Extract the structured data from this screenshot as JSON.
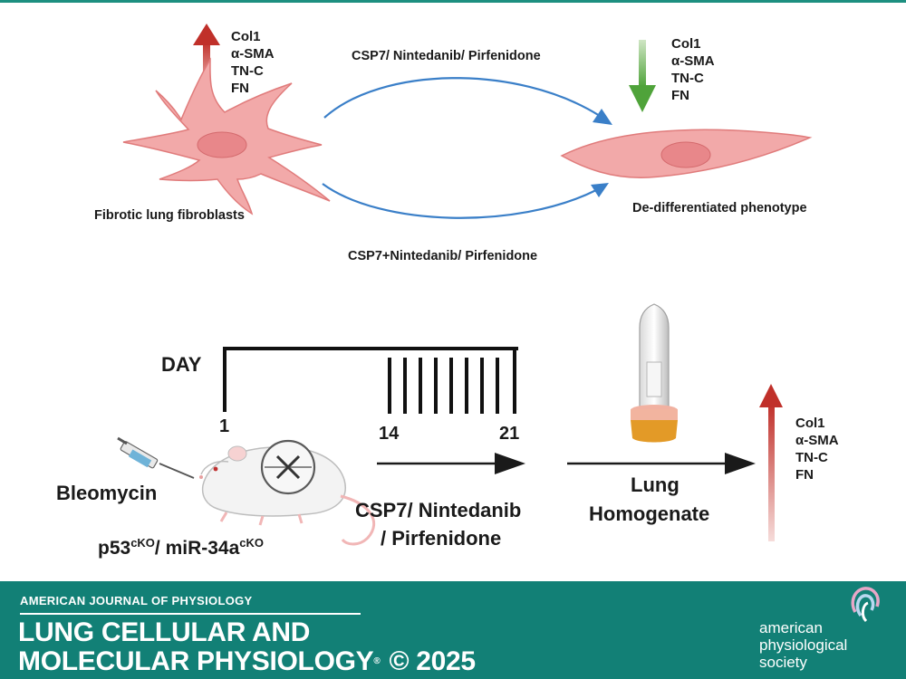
{
  "top_panel": {
    "markers_up": [
      "Col1",
      "α-SMA",
      "TN-C",
      "FN"
    ],
    "markers_down": [
      "Col1",
      "α-SMA",
      "TN-C",
      "FN"
    ],
    "left_cell_label": "Fibrotic lung fibroblasts",
    "right_cell_label": "De-differentiated phenotype",
    "arrow_top_label": "CSP7/ Nintedanib/ Pirfenidone",
    "arrow_bottom_label": "CSP7+Nintedanib/ Pirfenidone"
  },
  "bottom_panel": {
    "day_label": "DAY",
    "day_start": "1",
    "day_mid": "14",
    "day_end": "21",
    "injection_label": "Bleomycin",
    "mouse_model_base1": "p53",
    "mouse_model_sup1": "cKO",
    "mouse_model_sep": "/ miR-34a",
    "mouse_model_sup2": "cKO",
    "treatment_line1": "CSP7/ Nintedanib",
    "treatment_line2": "/ Pirfenidone",
    "sample_line1": "Lung",
    "sample_line2": "Homogenate",
    "markers_up": [
      "Col1",
      "α-SMA",
      "TN-C",
      "FN"
    ]
  },
  "colors": {
    "up_arrow": "#c0302a",
    "down_arrow": "#4fa33a",
    "curve_arrow": "#3a7fc8",
    "cell_fill": "#f2a9a9",
    "footer": "#128076"
  },
  "footer": {
    "kicker": "AMERICAN JOURNAL OF PHYSIOLOGY",
    "title_line1": "LUNG CELLULAR AND",
    "title_line2": "MOLECULAR PHYSIOLOGY",
    "trademark": "®",
    "copyright": "© 2025",
    "society_line1": "american",
    "society_line2": "physiological",
    "society_line3": "society"
  }
}
